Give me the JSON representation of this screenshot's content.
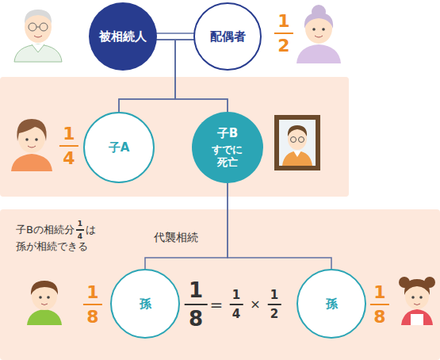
{
  "diagram": {
    "nodes": [
      {
        "text": [
          "被相続人"
        ]
      },
      {
        "text": [
          "配偶者"
        ]
      },
      {
        "text": [
          "子A"
        ]
      },
      {
        "text": [
          "子B",
          "すでに 死亡"
        ]
      },
      {
        "text": [
          "孫"
        ]
      },
      {
        "text": [
          "孫"
        ]
      }
    ],
    "edges": [
      {
        "from": 0,
        "to": 1,
        "arrow": "none"
      },
      {
        "from": 0,
        "to": 2,
        "arrow": "none"
      },
      {
        "from": 0,
        "to": 3,
        "arrow": "none"
      },
      {
        "from": 1,
        "to": 2,
        "arrow": "none"
      },
      {
        "from": 1,
        "to": 3,
        "arrow": "none"
      },
      {
        "from": 3,
        "to": 4,
        "arrow": "none"
      },
      {
        "from": 3,
        "to": 5,
        "arrow": "none"
      }
    ],
    "labels": [
      "1",
      "2",
      "1",
      "4",
      "子Bの相続分",
      "1",
      "4",
      "は",
      "孫が相続できる",
      "代襲相続",
      "1",
      "8",
      "1",
      "8",
      "=",
      "1",
      "4",
      "×",
      "1",
      "2",
      "1",
      "8"
    ]
  }
}
